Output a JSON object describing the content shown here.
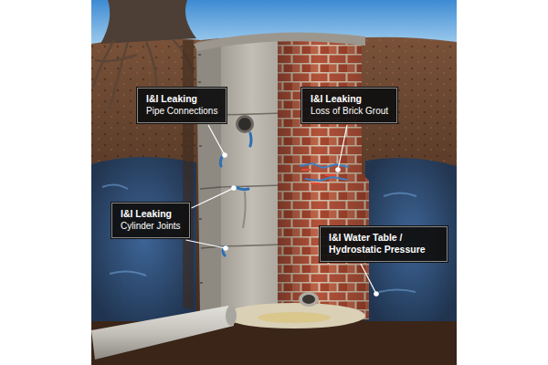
{
  "diagram": {
    "nodes": [
      {
        "text": [
          "I&I Leaking",
          "Pipe Connections"
        ]
      },
      {
        "text": [
          "I&I Leaking",
          "Loss of Brick Grout"
        ]
      },
      {
        "text": [
          "I&I Leaking",
          "Cylinder Joints"
        ]
      },
      {
        "text": [
          "I&I Water Table / Hydrostatic Pressure"
        ]
      }
    ]
  }
}
